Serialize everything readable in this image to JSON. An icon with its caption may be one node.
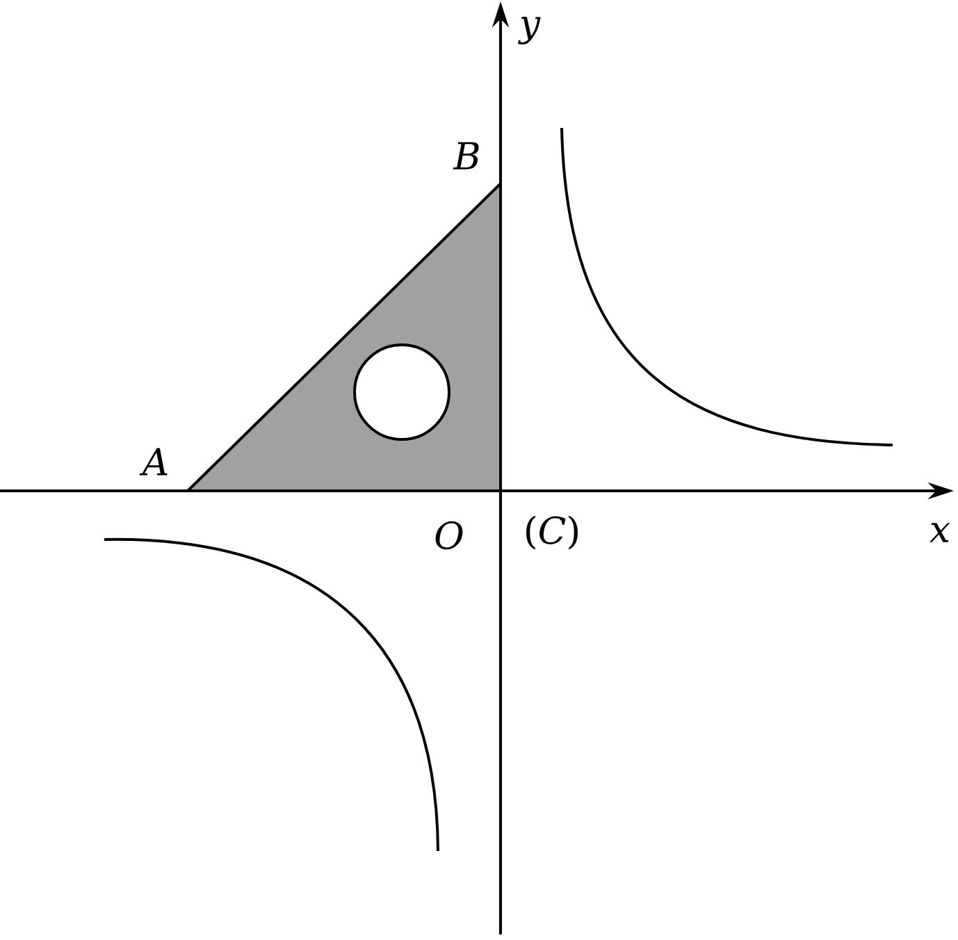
{
  "diagram": {
    "labels": [
      "y",
      "B",
      "A",
      "O",
      "(*C*)",
      "x"
    ]
  }
}
